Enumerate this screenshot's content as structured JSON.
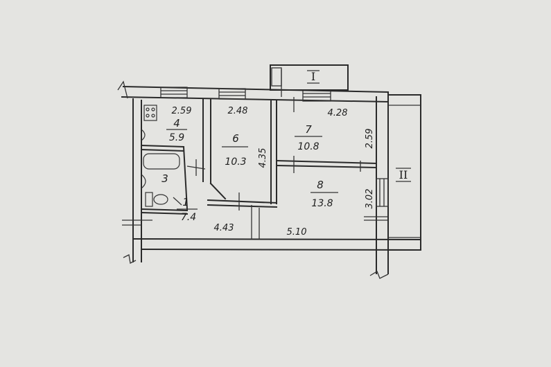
{
  "rooms": [
    {
      "number": "4",
      "area": "5.9"
    },
    {
      "number": "6",
      "area": "10.3"
    },
    {
      "number": "7",
      "area": "10.8"
    },
    {
      "number": "8",
      "area": "13.8"
    },
    {
      "number": "3",
      "area": ""
    },
    {
      "number": "1",
      "area": "7.4"
    }
  ],
  "dimensions": [
    "2.59",
    "2.48",
    "4.28",
    "2.59",
    "4.35",
    "3.02",
    "4.43",
    "5.10"
  ],
  "balconies": [
    "I",
    "II"
  ],
  "colors": {
    "background": "#e4e4e1",
    "ink": "#2a2a2a"
  }
}
